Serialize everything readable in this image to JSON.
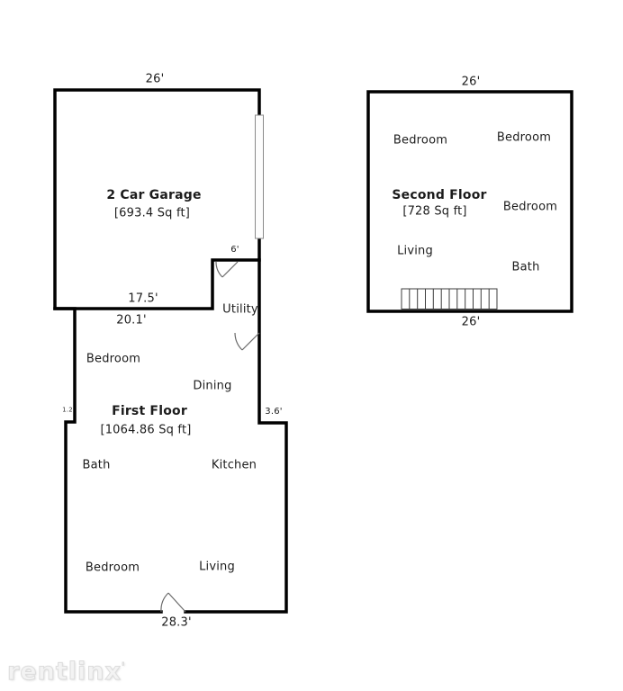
{
  "colors": {
    "background": "#ffffff",
    "wall": "#000000",
    "text": "#1c1c1c",
    "watermark": "#f3f3f3"
  },
  "first_floor": {
    "dim_top": "26'",
    "garage_title": "2 Car Garage",
    "garage_area": "[693.4 Sq ft]",
    "dim_garage_entry": "6'",
    "dim_garage_bottom": "17.5'",
    "dim_upper_width": "20.1'",
    "dim_left_jog": "1.2",
    "dim_right_jog": "3.6'",
    "dim_bottom": "28.3'",
    "title": "First Floor",
    "area": "[1064.86 Sq ft]",
    "rooms": {
      "bedroom_upper": "Bedroom",
      "utility": "Utility",
      "dining": "Dining",
      "bath": "Bath",
      "kitchen": "Kitchen",
      "bedroom_lower": "Bedroom",
      "living": "Living"
    }
  },
  "second_floor": {
    "dim_top": "26'",
    "dim_bottom": "26'",
    "title": "Second Floor",
    "area": "[728 Sq ft]",
    "rooms": {
      "bedroom_left": "Bedroom",
      "bedroom_right": "Bedroom",
      "bedroom_mid": "Bedroom",
      "living": "Living",
      "bath": "Bath"
    }
  },
  "watermark": {
    "logo": "rentlinx",
    "mark": "'"
  }
}
